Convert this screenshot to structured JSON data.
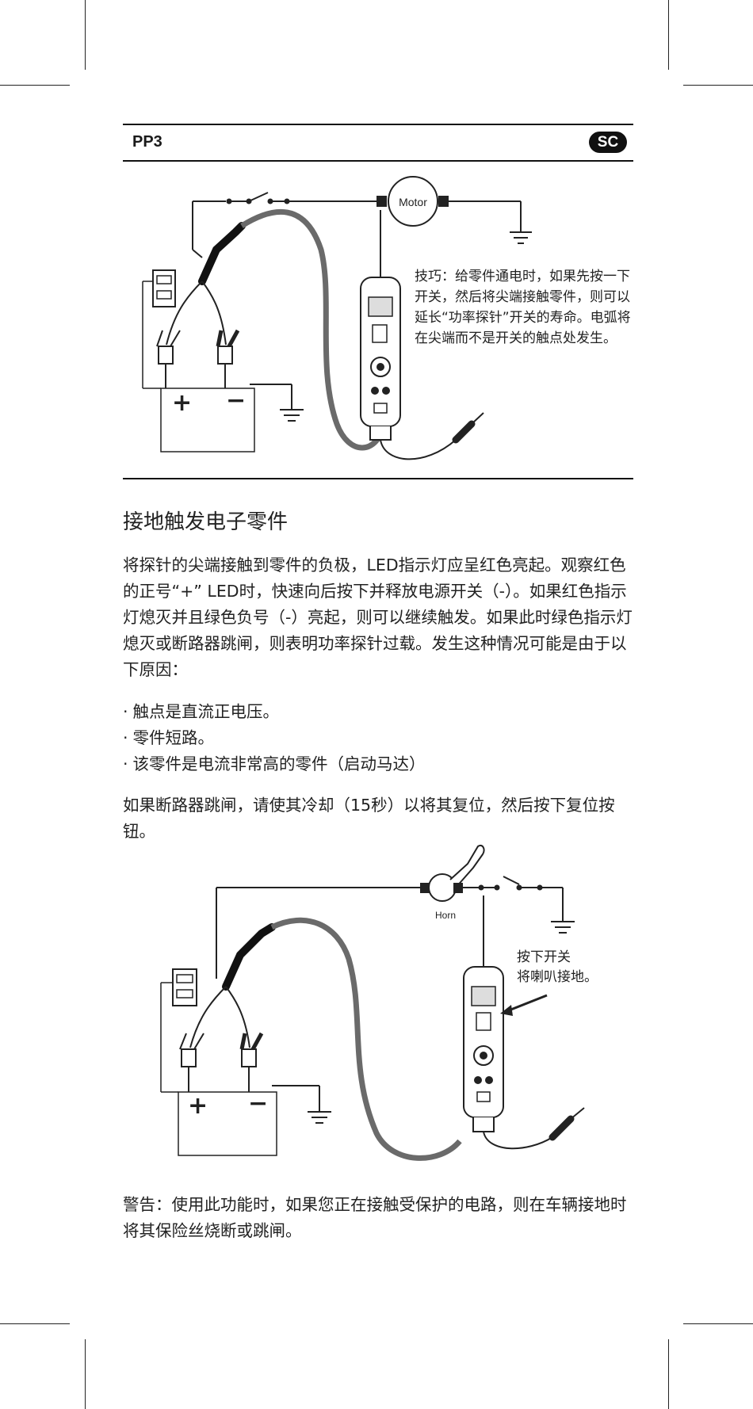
{
  "header": {
    "model": "PP3",
    "lang_badge": "SC"
  },
  "figure1": {
    "motor_label": "Motor",
    "tip_text": "技巧：给零件通电时，如果先按一下开关，然后将尖端接触零件，则可以延长“功率探针”开关的寿命。电弧将在尖端而不是开关的触点处发生。",
    "battery_plus": "+",
    "battery_minus": "−"
  },
  "section": {
    "title": "接地触发电子零件",
    "intro": "将探针的尖端接触到零件的负极，LED指示灯应呈红色亮起。观察红色的正号“+” LED时，快速向后按下并释放电源开关（-）。如果红色指示灯熄灭并且绿色负号（-）亮起，则可以继续触发。如果此时绿色指示灯熄灭或断路器跳闸，则表明功率探针过载。发生这种情况可能是由于以下原因：",
    "bullets": [
      "触点是直流正电压。",
      "零件短路。",
      "该零件是电流非常高的零件（启动马达）"
    ],
    "reset_text": "如果断路器跳闸，请使其冷却（15秒）以将其复位，然后按下复位按钮。"
  },
  "figure2": {
    "horn_label": "Horn",
    "press_note": "按下开关\n将喇叭接地。",
    "battery_plus": "+",
    "battery_minus": "−"
  },
  "warning": "警告：使用此功能时，如果您正在接触受保护的电路，则在车辆接地时将其保险丝烧断或跳闸。"
}
